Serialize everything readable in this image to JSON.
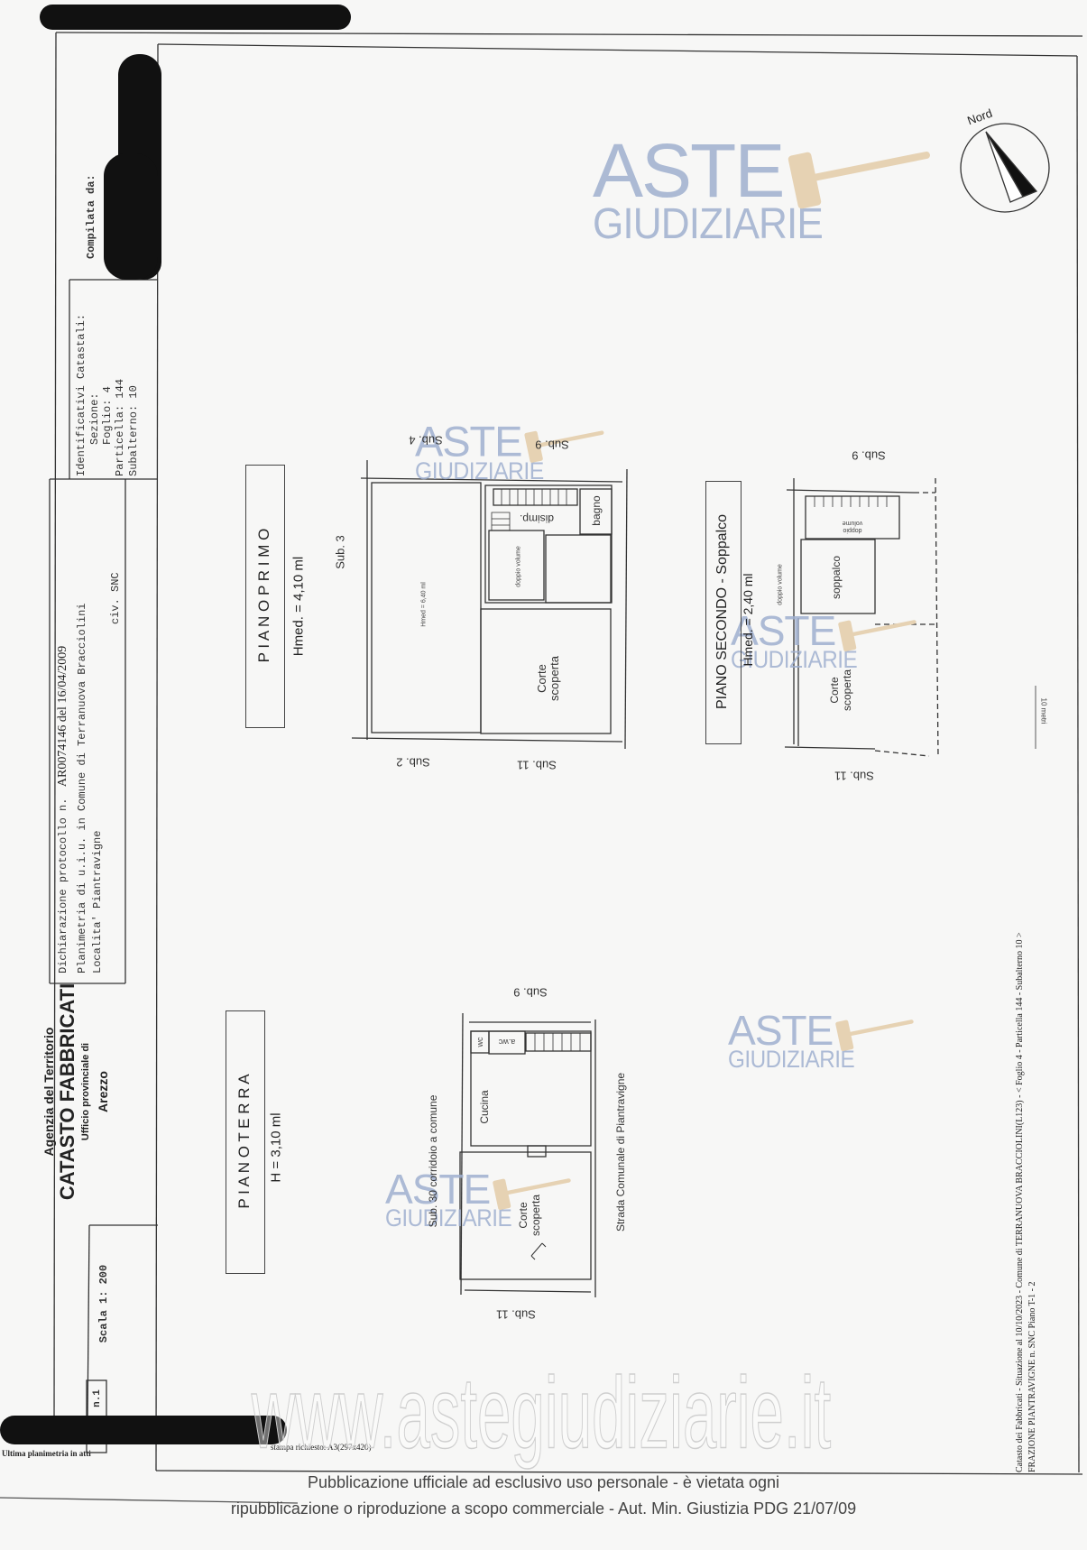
{
  "sidebar": {
    "compilata": "Compilata da:",
    "identificativi": {
      "title": "Identificativi Catastali:",
      "sezione": "Sezione:",
      "foglio": "Foglio: 4",
      "particella": "Particella: 144",
      "subalterno": "Subalterno: 10"
    },
    "dichiarazione": {
      "label": "Dichiarazione protocollo n.",
      "protocollo": "AR0074146 del 16/04/2009",
      "planimetria": "Planimetria di u.i.u. in Comune di Terranuova Bracciolini",
      "localita": "Localita' Piantravigne",
      "civico": "civ.  SNC"
    },
    "agenzia": {
      "line1": "Agenzia del Territorio",
      "line2": "CATASTO FABBRICATI",
      "line3": "Ufficio provinciale di",
      "line4": "Arezzo"
    },
    "scala": "Scala 1: 200",
    "scheda": "n.1"
  },
  "compass": {
    "label": "Nord"
  },
  "watermark": {
    "line1": "ASTE",
    "line2": "GIUDIZIARIE",
    "text_color": "#9fb0cf",
    "gavel_color": "#e6d2b3"
  },
  "piano_primo": {
    "title": "P I A N O  P R I M O",
    "height": "Hmed. = 4,10 ml",
    "sub3": "Sub. 3",
    "sub4": "Sub. 4",
    "sub9": "Sub. 9",
    "sub2": "Sub. 2",
    "sub11": "Sub. 11",
    "hmed_room": "Hmed = 6,40 ml",
    "disimp": "disimp.",
    "bagno": "bagno",
    "doppio_volume": "doppio volume",
    "corte1": "Corte",
    "corte2": "scoperta"
  },
  "piano_secondo": {
    "title": "PIANO  SECONDO - Soppalco",
    "height": "Hmed. = 2,40 ml",
    "sub9": "Sub. 9",
    "sub11": "Sub. 11",
    "doppio_volume": "doppio volume",
    "doppio1": "doppio",
    "doppio2": "volume",
    "soppalco": "soppalco",
    "corte1": "Corte",
    "corte2": "scoperta"
  },
  "piano_terra": {
    "title": "P I A N O  T E R R A",
    "height": "H = 3,10 ml",
    "sub9": "Sub. 9",
    "sub11": "Sub. 11",
    "sub30": "Sub. 30 corridoio a comune",
    "wc": "wc",
    "awc": "a.wc",
    "cucina": "Cucina",
    "corte1": "Corte",
    "corte2": "scoperta",
    "strada": "Strada Comunale di Piantravigne"
  },
  "scale_bar": "10 metri",
  "margin_right": {
    "line1": "Catasto dei Fabbricati - Situazione al 10/10/2023 - Comune di TERRANUOVA BRACCIOLINI(L123) - < Foglio 4 - Particella 144 - Subalterno 10 >",
    "line2": "FRAZIONE PIANTRAVIGNE n. SNC Piano T-1 - 2"
  },
  "bottom_left": {
    "line1": "stampa richiesto: A3(297x420)",
    "line2": "Ultima planimetria in atti"
  },
  "site_watermark": "www.astegiudiziarie.it",
  "footer": {
    "line1": "Pubblicazione ufficiale ad esclusivo uso personale - è vietata ogni",
    "line2": "ripubblicazione o riproduzione a scopo commerciale - Aut. Min. Giustizia PDG 21/07/09"
  }
}
